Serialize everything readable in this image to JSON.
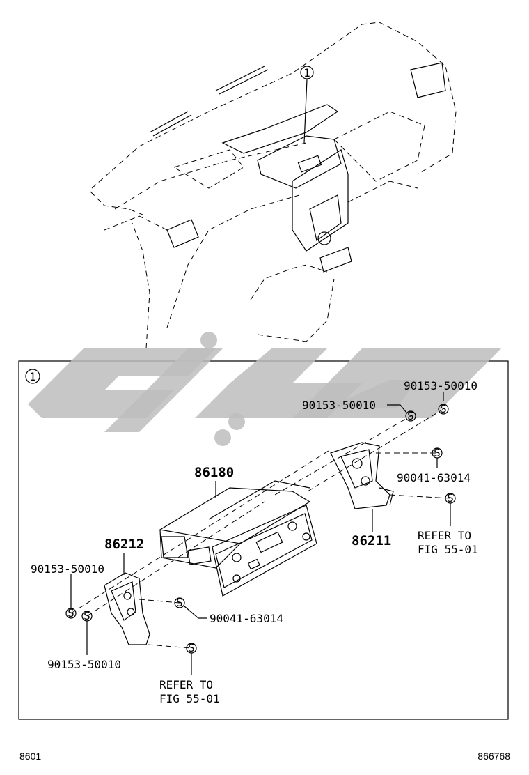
{
  "inset_marker": "1",
  "callout_marker": "1",
  "parts": {
    "unit": "86180",
    "bracket_left": "86212",
    "bracket_right": "86211",
    "screw_a": "90153-50010",
    "screw_b": "90153-50010",
    "screw_c": "90153-50010",
    "screw_d": "90153-50010",
    "bolt_right": "90041-63014",
    "bolt_left": "90041-63014"
  },
  "refs": {
    "right_line1": "REFER TO",
    "right_line2": "FIG 55-01",
    "left_line1": "REFER TO",
    "left_line2": "FIG 55-01"
  },
  "fastener_symbol": "S",
  "footer": {
    "left": "8601",
    "right": "866768"
  }
}
